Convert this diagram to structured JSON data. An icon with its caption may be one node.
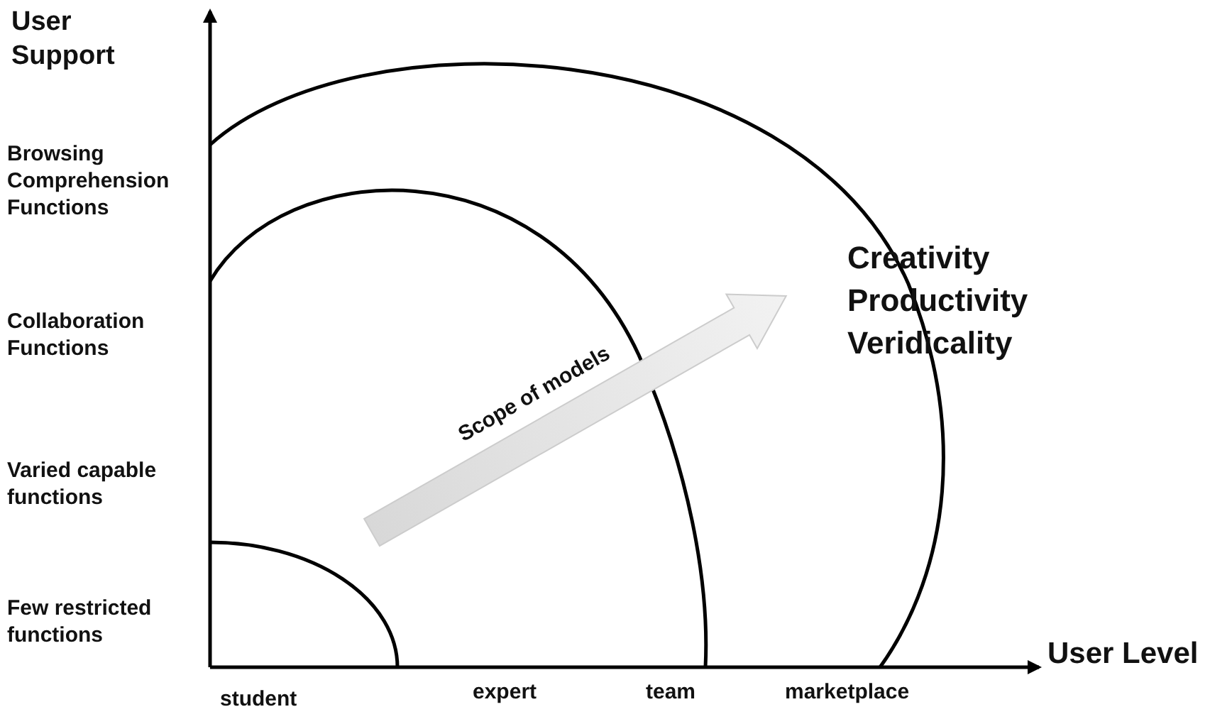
{
  "diagram": {
    "labels": [
      "User Support",
      "Browsing Comprehension Functions",
      "Collaboration Functions",
      "Varied capable functions",
      "Few restricted functions",
      "Scope of models",
      "Creativity",
      "Productivity",
      "Veridicality",
      "User Level",
      "student",
      "expert",
      "team",
      "marketplace"
    ]
  }
}
